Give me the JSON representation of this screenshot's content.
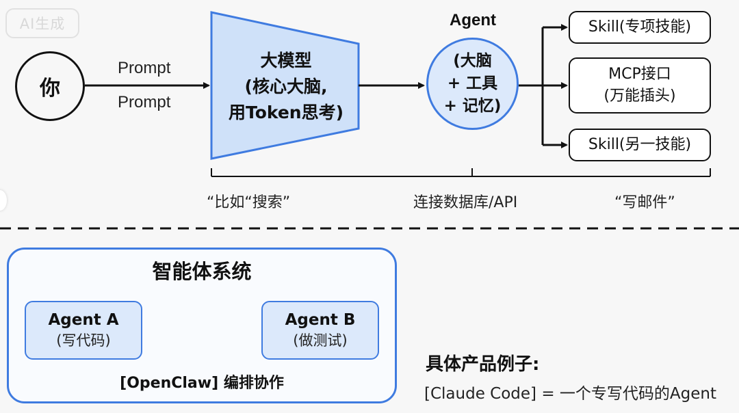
{
  "watermark": "AI生成",
  "top_flow": {
    "user_node": "你",
    "prompt_label_1": "Prompt",
    "prompt_label_2": "Prompt",
    "llm_node": "大模型\n(核心大脑,\n用Token思考)",
    "agent_title": "Agent",
    "agent_node": "(大脑\n+ 工具\n+ 记忆)",
    "skills": [
      "Skill(专项技能)",
      "MCP接口\n(万能插头)",
      "Skill(另一技能)"
    ],
    "bracket_labels": [
      "“比如“搜索”",
      "连接数据库/API",
      "“写邮件”"
    ]
  },
  "system": {
    "title": "智能体系统",
    "agent_a": {
      "name": "Agent A",
      "role": "(写代码)"
    },
    "agent_b": {
      "name": "Agent B",
      "role": "(做测试)"
    },
    "orchestrator": "[OpenClaw] 编排协作"
  },
  "example": {
    "title": "具体产品例子:",
    "text": "[Claude Code] = 一个专写代码的Agent"
  },
  "colors": {
    "accent_blue": "#3f7be0",
    "node_fill": "#dce9fb",
    "line": "#111111",
    "background": "#f7f7f7"
  }
}
